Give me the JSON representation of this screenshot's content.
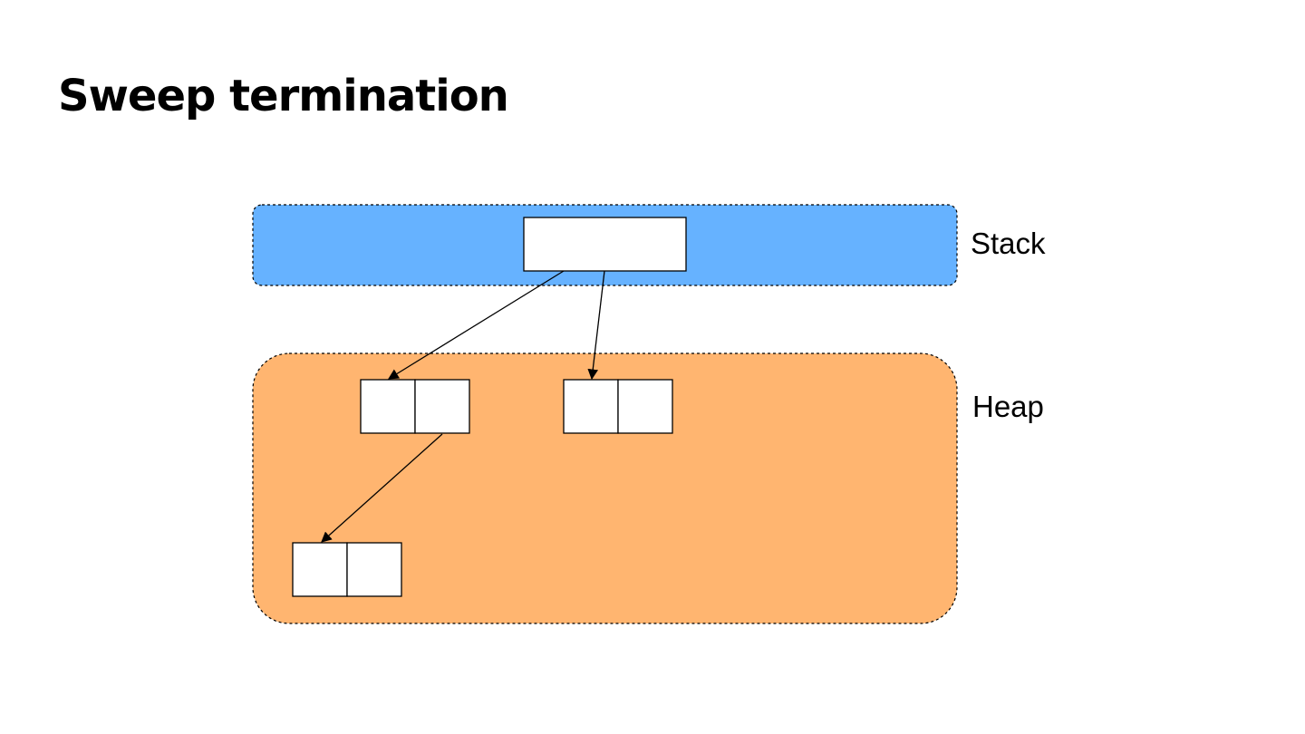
{
  "title": "Sweep termination",
  "regions": {
    "stack": {
      "label": "Stack",
      "color": "#66b2ff"
    },
    "heap": {
      "label": "Heap",
      "color": "#ffb570"
    }
  },
  "colors": {
    "object_fill": "#ffffff",
    "stroke": "#000000",
    "background": "#ffffff"
  }
}
